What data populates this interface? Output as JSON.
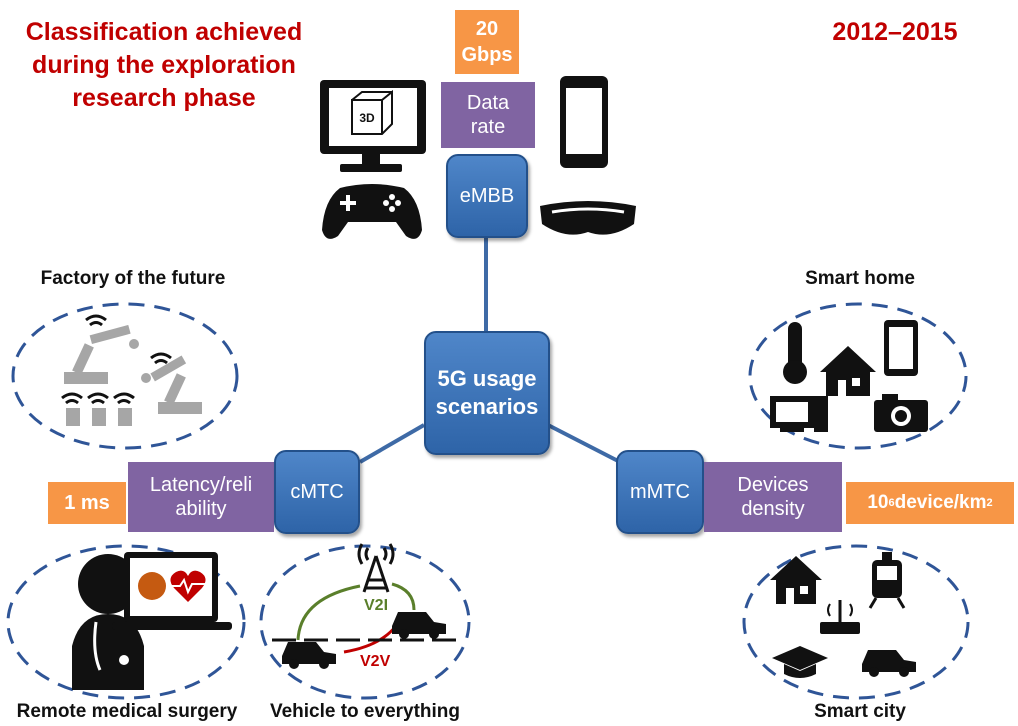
{
  "header": {
    "title": "Classification achieved during the exploration research phase",
    "years": "2012–2015"
  },
  "center": {
    "label": "5G usage scenarios"
  },
  "embb": {
    "label": "eMBB",
    "metric": "Data rate",
    "value": "20 Gbps"
  },
  "cmtc": {
    "label": "cMTC",
    "metric": "Latency/reli ability",
    "value": "1 ms"
  },
  "mmtc": {
    "label": "mMTC",
    "metric": "Devices density",
    "value_base": "10",
    "value_exp": "6",
    "value_unit": " device/km",
    "value_unit_exp": "2"
  },
  "captions": {
    "factory": "Factory of the future",
    "smart_home": "Smart home",
    "surgery": "Remote medical surgery",
    "v2x": "Vehicle to everything",
    "smart_city": "Smart city"
  },
  "v2x_labels": {
    "v2i": "V2I",
    "v2v": "V2V"
  },
  "icons": {
    "embb": [
      "monitor-3d-icon",
      "gamepad-icon",
      "smartphone-icon",
      "vr-headset-icon"
    ],
    "factory": [
      "robot-arm-icon",
      "wifi-icon"
    ],
    "smart_home": [
      "thermometer-icon",
      "house-icon",
      "tablet-icon",
      "computer-icon",
      "camera-icon"
    ],
    "surgery": [
      "doctor-icon",
      "laptop-icon",
      "brain-icon",
      "heart-icon"
    ],
    "v2x": [
      "cell-tower-icon",
      "car-icon"
    ],
    "smart_city": [
      "house-icon",
      "train-icon",
      "router-icon",
      "graduation-cap-icon",
      "car-icon"
    ]
  },
  "icon_text": {
    "monitor": "3D"
  },
  "colors": {
    "title": "#c00000",
    "blue": "#2e64a8",
    "purple": "#8064a2",
    "orange": "#f79646",
    "v2i": "#5a7f2b",
    "v2v": "#c00000",
    "ellipse": "#2f5597"
  }
}
